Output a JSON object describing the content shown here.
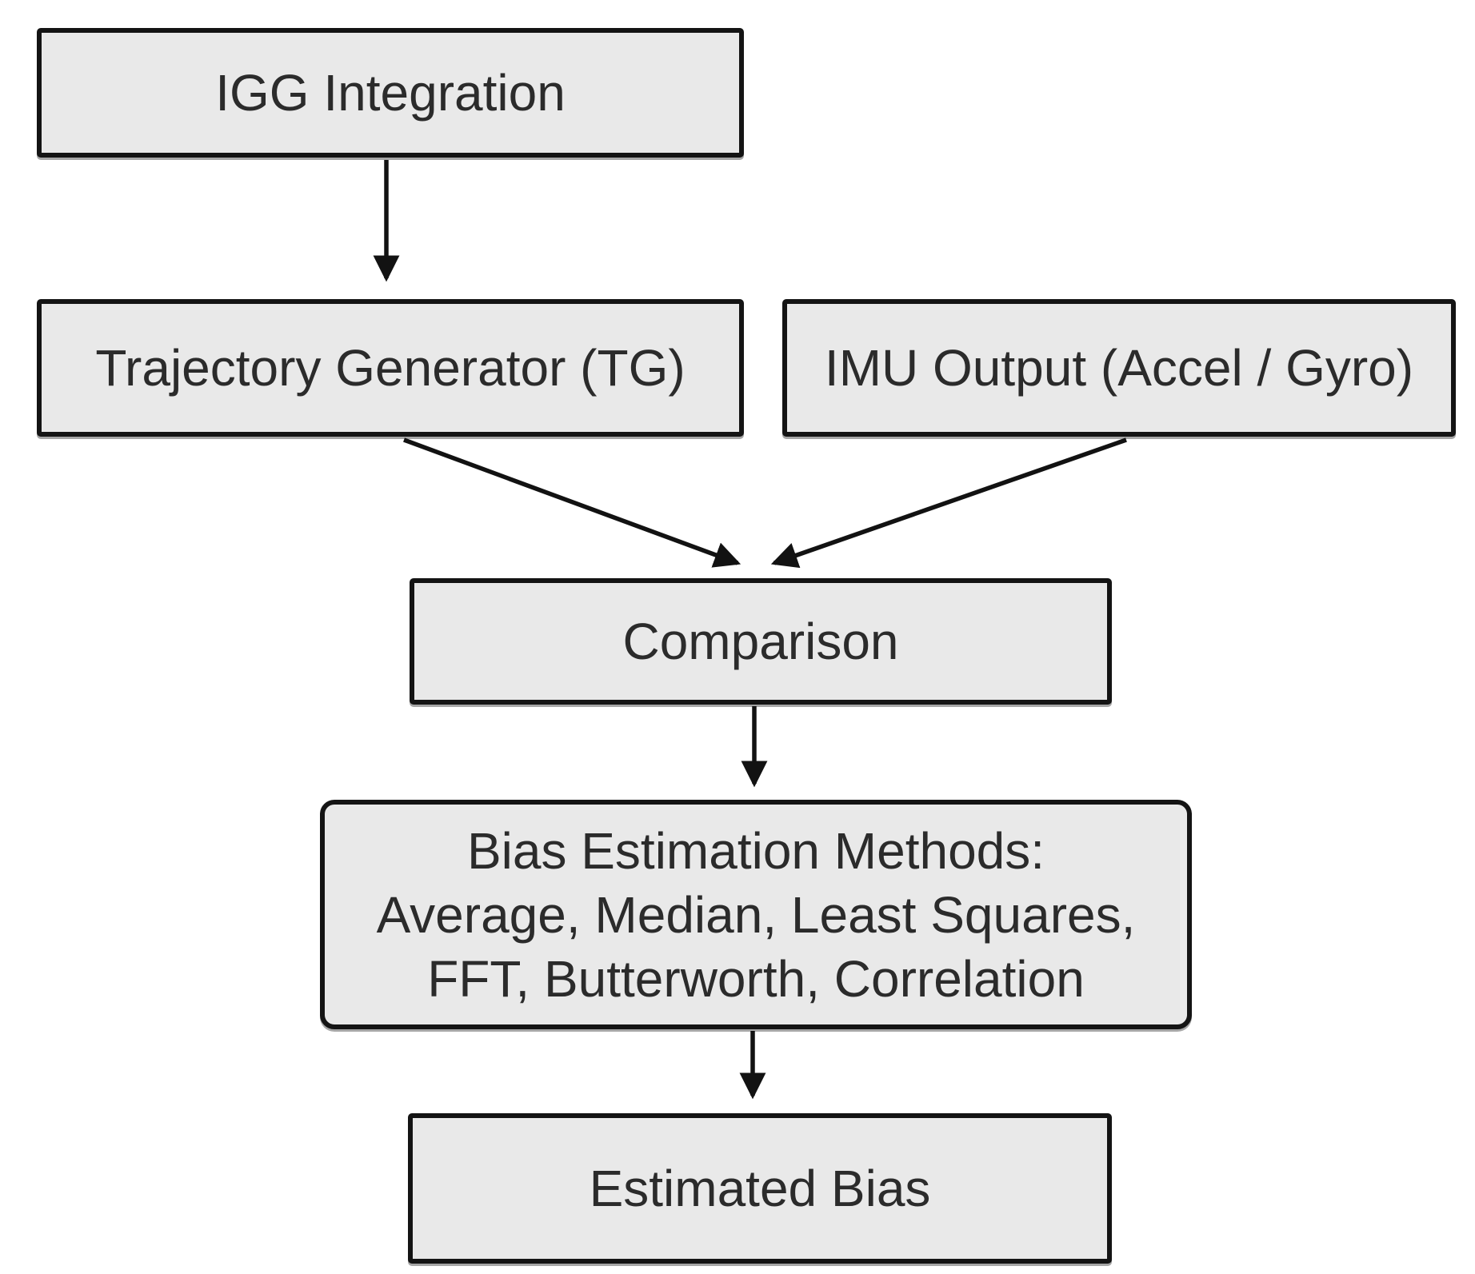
{
  "diagram_type": "flowchart",
  "colors": {
    "background": "#ffffff",
    "node_fill": "#e9e9e9",
    "node_border": "#141414",
    "arrow": "#121212",
    "text": "#2b2b2b"
  },
  "nodes": {
    "igg": {
      "label": "IGG Integration"
    },
    "tg": {
      "label": "Trajectory Generator (TG)"
    },
    "imu": {
      "label": "IMU Output (Accel / Gyro)"
    },
    "comparison": {
      "label": "Comparison"
    },
    "bias_methods": {
      "lines": [
        "Bias Estimation Methods:",
        "Average, Median, Least Squares,",
        "FFT, Butterworth, Correlation"
      ]
    },
    "estimated_bias": {
      "label": "Estimated Bias"
    }
  },
  "edges": [
    {
      "from": "igg",
      "to": "tg"
    },
    {
      "from": "tg",
      "to": "comparison"
    },
    {
      "from": "imu",
      "to": "comparison"
    },
    {
      "from": "comparison",
      "to": "bias_methods"
    },
    {
      "from": "bias_methods",
      "to": "estimated_bias"
    }
  ]
}
